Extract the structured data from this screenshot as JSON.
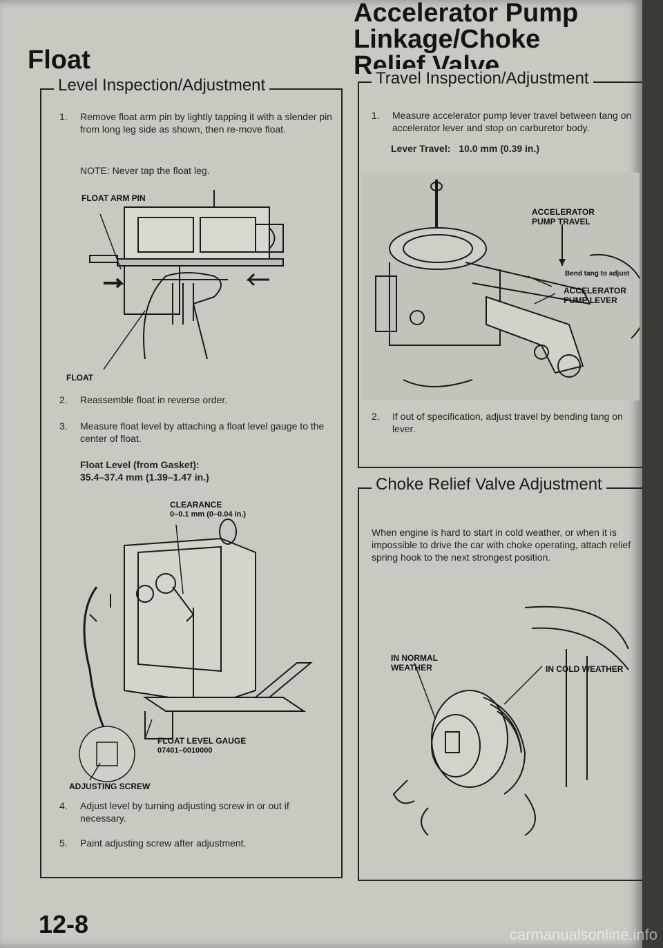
{
  "left": {
    "title": "Float",
    "section": "Level Inspection/Adjustment",
    "step1": {
      "num": "1.",
      "text": "Remove float arm pin by lightly tapping it with a slender pin from long leg side as shown, then re-move float."
    },
    "note": "NOTE: Never tap the float leg.",
    "fig1_labels": {
      "float_arm_pin": "FLOAT ARM PIN",
      "float": "FLOAT"
    },
    "step2": {
      "num": "2.",
      "text": "Reassemble float in reverse order."
    },
    "step3": {
      "num": "3.",
      "text": "Measure float level by attaching a float level gauge to the center of float."
    },
    "spec_label": "Float Level (from Gasket):",
    "spec_value": "35.4–37.4 mm (1.39–1.47 in.)",
    "fig2_labels": {
      "clearance": "CLEARANCE",
      "clearance_value": "0–0.1 mm (0–0.04 in.)",
      "gauge": "FLOAT LEVEL GAUGE",
      "gauge_part": "07401–0010000",
      "screw": "ADJUSTING SCREW"
    },
    "step4": {
      "num": "4.",
      "text": "Adjust level by turning adjusting screw in or out if necessary."
    },
    "step5": {
      "num": "5.",
      "text": "Paint adjusting screw after adjustment."
    }
  },
  "right": {
    "title_line1": "Accelerator Pump",
    "title_line2": "Linkage/Choke",
    "title_line3": "Relief Valve",
    "section1": "Travel Inspection/Adjustment",
    "step1": {
      "num": "1.",
      "text": "Measure accelerator pump lever travel between tang on accelerator lever and stop on carburetor body."
    },
    "lever_travel_label": "Lever Travel:",
    "lever_travel_value": "10.0 mm (0.39 in.)",
    "fig3_labels": {
      "pump_travel": "ACCELERATOR PUMP TRAVEL",
      "bend": "Bend tang to adjust",
      "pump_lever": "ACCELERATOR PUMP LEVER"
    },
    "step2": {
      "num": "2.",
      "text": "If out of specification, adjust travel by bending tang on lever."
    },
    "section2": "Choke Relief Valve Adjustment",
    "choke_text": "When engine is hard to start in cold weather, or when it is impossible to drive the car with choke operating, attach relief spring hook to the next strongest position.",
    "fig4_labels": {
      "normal": "IN NORMAL WEATHER",
      "cold": "IN COLD WEATHER"
    }
  },
  "page_number": "12-8",
  "watermark": "carmanualsonline.info"
}
